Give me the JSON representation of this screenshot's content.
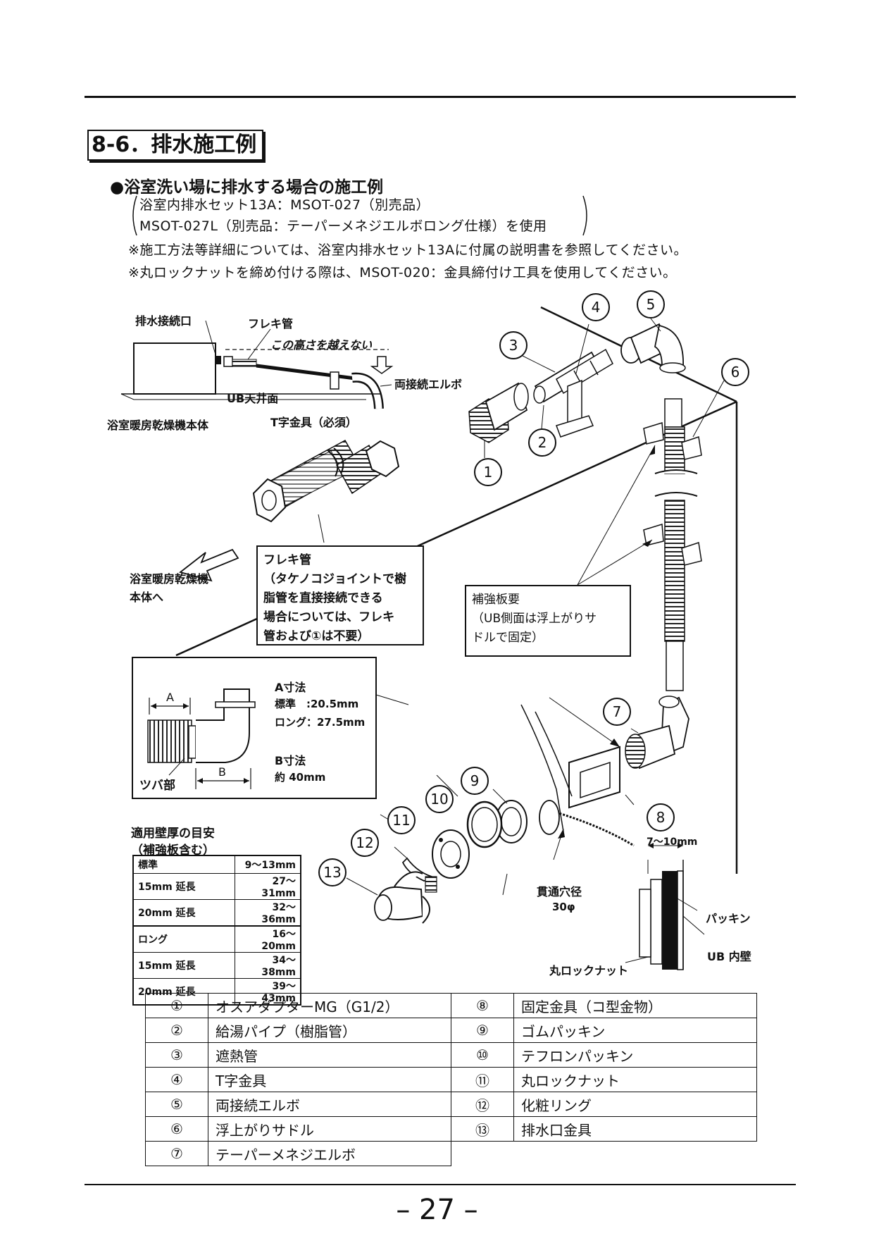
{
  "section": {
    "title": "8-6．排水施工例"
  },
  "subhead": "●浴室洗い場に排水する場合の施工例",
  "notes": {
    "line1": "浴室内排水セット13A：MSOT-027（別売品）",
    "line2": "MSOT-027L（別売品：テーパーメネジエルボロング仕様）を使用",
    "line3": "※施工方法等詳細については、浴室内排水セット13Aに付属の説明書を参照してください。",
    "line4": "※丸ロックナットを締め付ける際は、MSOT-020：金具締付け工具を使用してください。"
  },
  "diagram": {
    "top_inset": {
      "drain_port": "排水接続口",
      "flex_pipe": "フレキ管",
      "height_note": "この高さを越えない",
      "elbow": "両接続エルボ",
      "ub_ceiling": "UB天井面",
      "dryer_body": "浴室暖房乾燥機本体",
      "t_bracket": "T字金具（必須）"
    },
    "arrow_label_line1": "浴室暖房乾燥機",
    "arrow_label_line2": "本体へ",
    "flex_box": [
      "フレキ管",
      "（タケノコジョイントで樹",
      "脂管を直接接続できる",
      "場合については、フレキ",
      "管および①は不要）"
    ],
    "reinforce_box": [
      "補強板要",
      "（UB側面は浮上がりサ",
      "ドルで固定）"
    ],
    "dim_box": {
      "a_letter": "A",
      "b_letter": "B",
      "tsuba": "ツバ部",
      "a_title": "A寸法",
      "a_std": "標準　:20.5mm",
      "a_long": "ロング：27.5mm",
      "b_title": "B寸法",
      "b_val": "約 40mm"
    },
    "through_hole_1": "貫通穴径",
    "through_hole_2": "30φ",
    "gap": "7～10mm",
    "packing": "パッキン",
    "ub_wall": "UB 内壁",
    "lock_nut": "丸ロックナット",
    "numbers": [
      "1",
      "2",
      "3",
      "4",
      "5",
      "6",
      "7",
      "8",
      "9",
      "10",
      "11",
      "12",
      "13"
    ]
  },
  "wall_table": {
    "title1": "適用壁厚の目安",
    "title2": "（補強板含む）",
    "rows": [
      [
        "標準",
        "9～13mm"
      ],
      [
        "15mm 延長",
        "27～31mm"
      ],
      [
        "20mm 延長",
        "32～36mm"
      ],
      [
        "ロング",
        "16～20mm"
      ],
      [
        "15mm 延長",
        "34～38mm"
      ],
      [
        "20mm 延長",
        "39～43mm"
      ]
    ]
  },
  "parts": {
    "left": [
      [
        "①",
        "オスアダプターMG（G1/2）"
      ],
      [
        "②",
        "給湯パイプ（樹脂管）"
      ],
      [
        "③",
        "遮熱管"
      ],
      [
        "④",
        "T字金具"
      ],
      [
        "⑤",
        "両接続エルボ"
      ],
      [
        "⑥",
        "浮上がりサドル"
      ],
      [
        "⑦",
        "テーパーメネジエルボ"
      ]
    ],
    "right": [
      [
        "⑧",
        "固定金具（コ型金物）"
      ],
      [
        "⑨",
        "ゴムパッキン"
      ],
      [
        "⑩",
        "テフロンパッキン"
      ],
      [
        "⑪",
        "丸ロックナット"
      ],
      [
        "⑫",
        "化粧リング"
      ],
      [
        "⑬",
        "排水口金具"
      ]
    ]
  },
  "page_number": "– 27 –"
}
